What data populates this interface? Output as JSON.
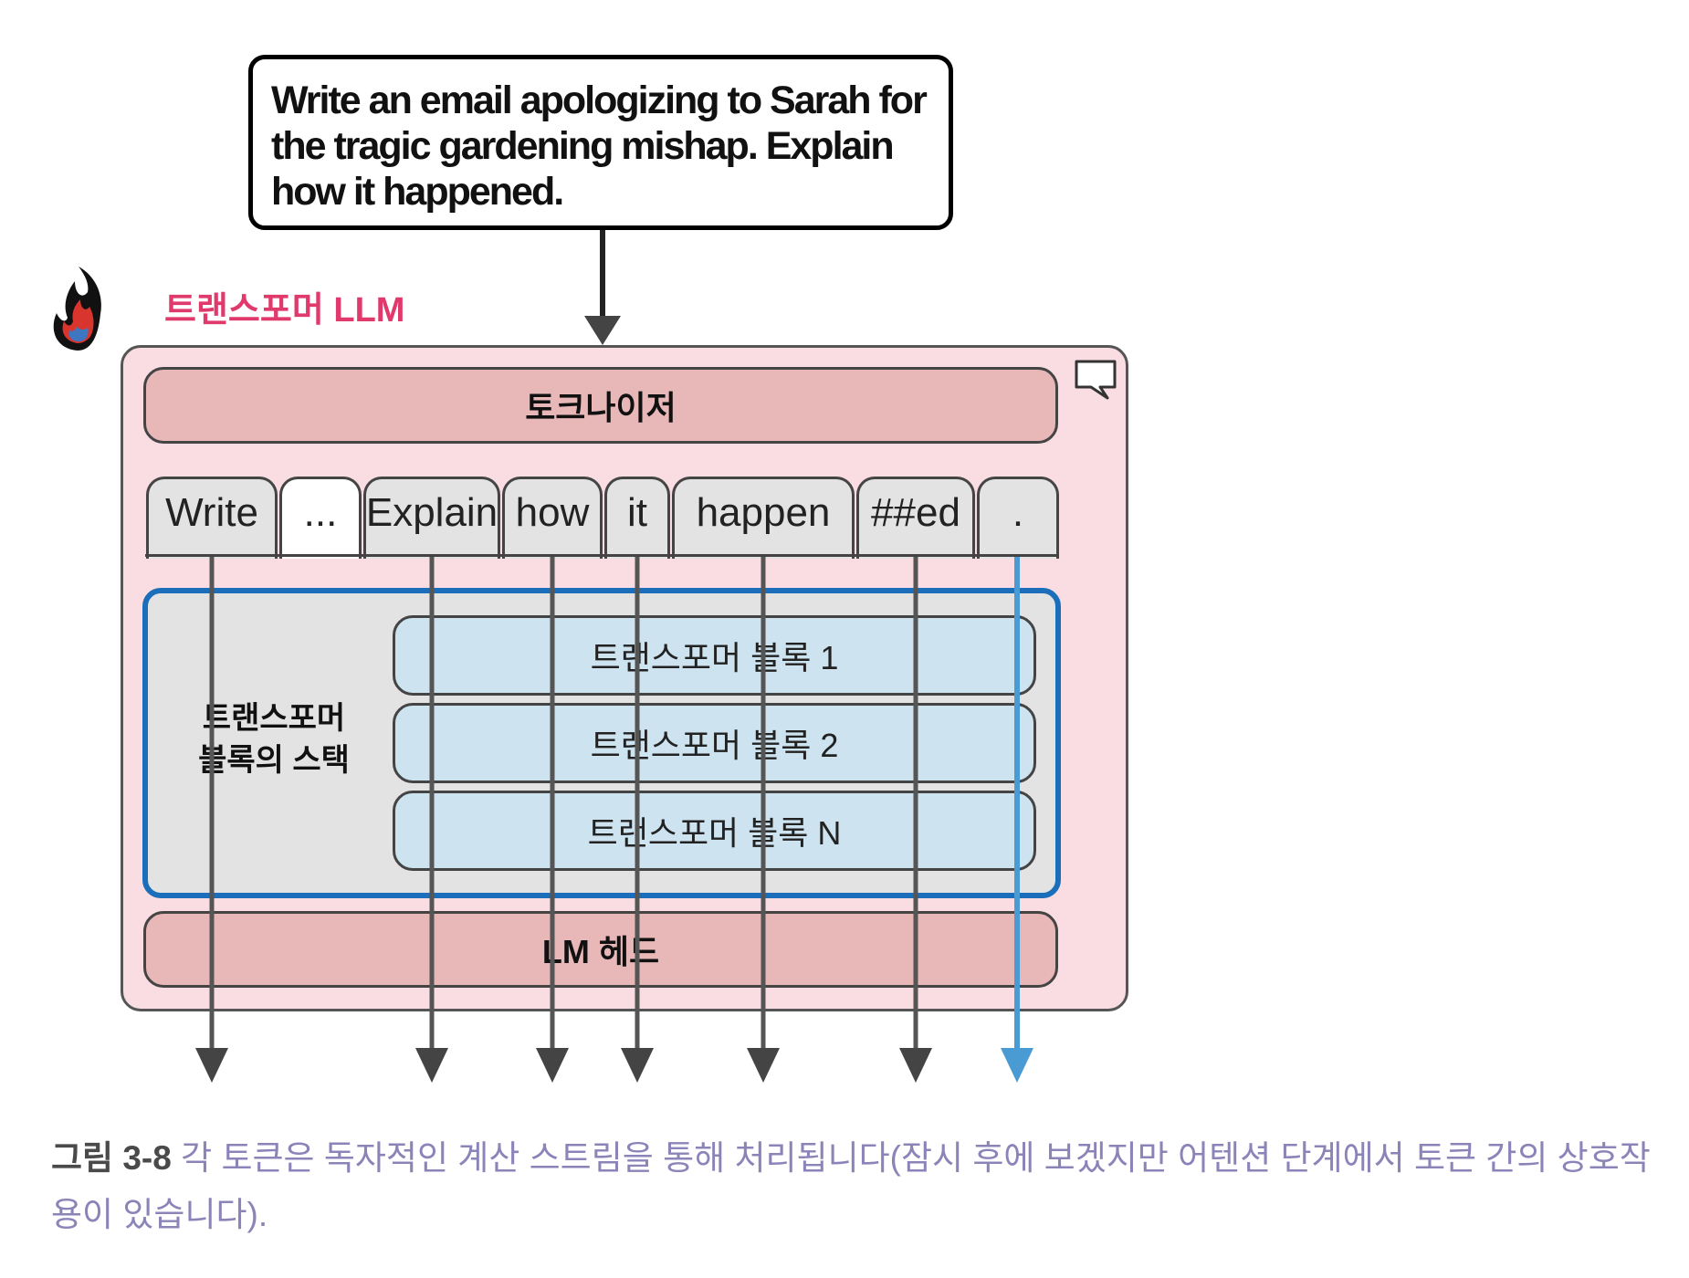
{
  "prompt": "Write an email apologizing to Sarah for the tragic gardening mishap. Explain how it happened.",
  "llm_title": "트랜스포머 LLM",
  "tokenizer_label": "토크나이저",
  "tokens": [
    "Write",
    "...",
    "Explain",
    "how",
    "it",
    "happen",
    "##ed",
    "."
  ],
  "stack_label": "트랜스포머 블록의 스택",
  "blocks": [
    "트랜스포머 블록 1",
    "트랜스포머 블록 2",
    "트랜스포머 블록 N"
  ],
  "lm_head_label": "LM 헤드",
  "caption": {
    "label": "그림 3-8",
    "text": "각 토큰은 독자적인 계산 스트림을 통해 처리됩니다(잠시 후에 보겠지만 어텐션 단계에서 토큰 간의 상호작용이 있습니다)."
  },
  "colors": {
    "llm_title": "#e0396b",
    "panel": "#f9dde3",
    "pill": "#e8b7b7",
    "stack_border": "#1b6fba",
    "block": "#cde3ef",
    "highlight_arrow": "#4a9ad4",
    "arrow": "#444444"
  },
  "icons": [
    "flame-logo-icon",
    "comment-icon"
  ]
}
